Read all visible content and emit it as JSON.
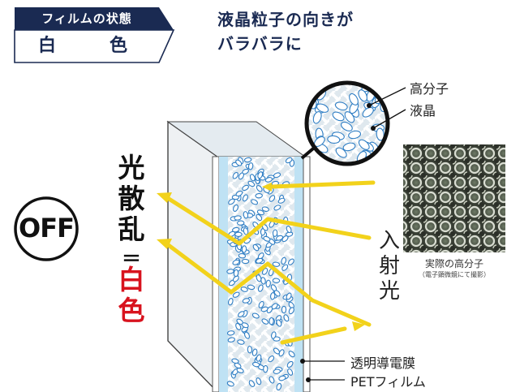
{
  "header": {
    "state_label": "フィルムの状態",
    "state_value": "白　色",
    "headline_line1": "液晶粒子の向きが",
    "headline_line2": "バラバラに"
  },
  "off_badge": "OFF",
  "scatter_text": {
    "char1": "光",
    "char2": "散",
    "char3": "乱",
    "equals": "＝",
    "white1": "白",
    "white2": "色"
  },
  "incident_text": {
    "char1": "入",
    "char2": "射",
    "char3": "光"
  },
  "callouts": {
    "polymer": "高分子",
    "liquid_crystal": "液晶",
    "conductive_film": "透明導電膜",
    "pet_film": "PETフィルム"
  },
  "photo": {
    "caption": "実際の高分子",
    "subcaption": "（電子顕微鏡にて撮影）"
  },
  "colors": {
    "navy": "#1a2a52",
    "arrow_yellow": "#f2d21b",
    "red": "#d8131e",
    "film_blue": "#bfe2f4",
    "particle_blue": "#2f7ec4"
  }
}
